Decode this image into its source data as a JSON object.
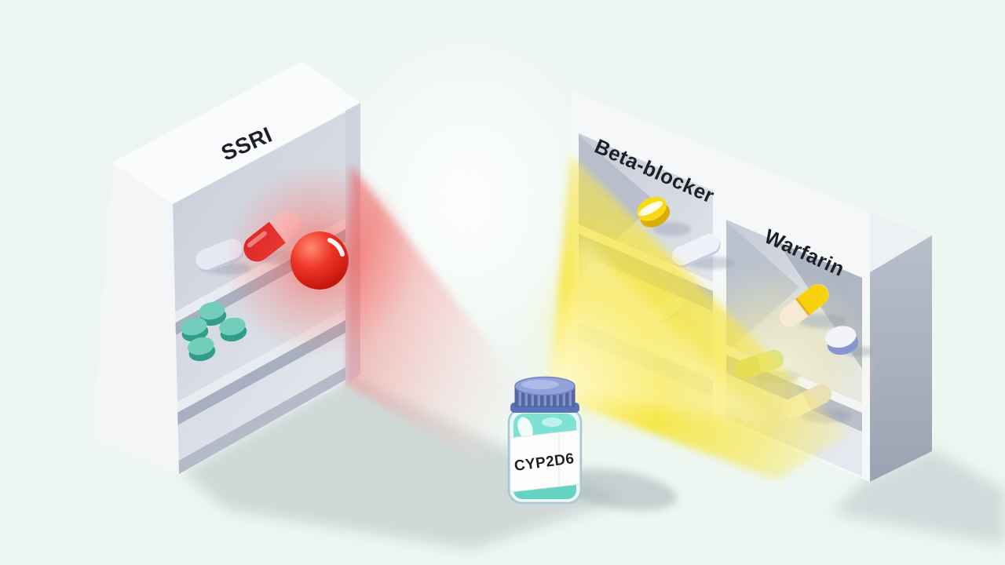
{
  "scene": {
    "background_color": "#edf6f1",
    "description_labels": {
      "left_cabinet_label": "SSRI",
      "vial_label": "CYP2D6",
      "right_section_1_label": "Beta-blocker",
      "right_section_2_label": "Warfarin"
    }
  },
  "left_cabinet": {
    "label": "SSRI",
    "pills": [
      {
        "name": "white-oval-pill",
        "color": "#e7eaf4"
      },
      {
        "name": "red-white-capsule",
        "color": "#d92121"
      },
      {
        "name": "red-sphere-pill",
        "color": "#e0201a"
      },
      {
        "name": "teal-tablet",
        "color": "#72cebb",
        "count": 4
      }
    ]
  },
  "vial": {
    "label": "CYP2D6",
    "cap_color": "#5c72b6",
    "liquid_color": "#7de2d4",
    "glass_color": "#e9f7f7"
  },
  "right_cabinet": {
    "sections": [
      {
        "label": "Beta-blocker",
        "pills": [
          {
            "name": "yellow-round-pill",
            "color": "#f8da17"
          },
          {
            "name": "white-capsule",
            "color": "#eef1f8"
          },
          {
            "name": "pale-oval-pill",
            "color": "#f1f2e4"
          }
        ]
      },
      {
        "label": "Warfarin",
        "pills": [
          {
            "name": "yellow-white-capsule",
            "color": "#f9d20e"
          },
          {
            "name": "blue-white-tablet",
            "color": "#8796ce"
          },
          {
            "name": "yellow-green-capsule",
            "color": "#dde286"
          },
          {
            "name": "cream-capsule",
            "color": "#f5efce"
          }
        ]
      }
    ]
  },
  "beams": {
    "red_beam_color": "#ee4f4f",
    "yellow_beam_color": "#f5e01e"
  }
}
